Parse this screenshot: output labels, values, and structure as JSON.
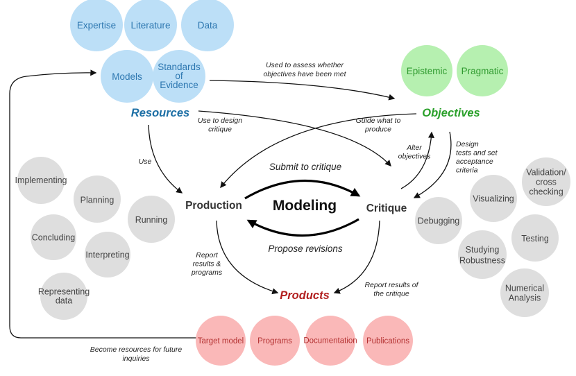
{
  "resources": {
    "title": "Resources",
    "color": "#1d6fa5",
    "bubbles": [
      {
        "id": "expertise",
        "lines": [
          "Expertise"
        ]
      },
      {
        "id": "literature",
        "lines": [
          "Literature"
        ]
      },
      {
        "id": "data",
        "lines": [
          "Data"
        ]
      },
      {
        "id": "models",
        "lines": [
          "Models"
        ]
      },
      {
        "id": "standards-of-evidence",
        "lines": [
          "Standards",
          "of",
          "Evidence"
        ]
      }
    ]
  },
  "objectives": {
    "title": "Objectives",
    "color": "#2aa02a",
    "bubbles": [
      {
        "id": "epistemic",
        "lines": [
          "Epistemic"
        ]
      },
      {
        "id": "pragmatic",
        "lines": [
          "Pragmatic"
        ]
      }
    ]
  },
  "products": {
    "title": "Products",
    "color": "#b22020",
    "bubbles": [
      {
        "id": "target-model",
        "lines": [
          "Target model"
        ]
      },
      {
        "id": "programs",
        "lines": [
          "Programs"
        ]
      },
      {
        "id": "documentation",
        "lines": [
          "Documentation"
        ]
      },
      {
        "id": "publications",
        "lines": [
          "Publications"
        ]
      }
    ]
  },
  "production": {
    "title": "Production",
    "bubbles": [
      {
        "id": "implementing",
        "lines": [
          "Implementing"
        ]
      },
      {
        "id": "planning",
        "lines": [
          "Planning"
        ]
      },
      {
        "id": "running",
        "lines": [
          "Running"
        ]
      },
      {
        "id": "concluding",
        "lines": [
          "Concluding"
        ]
      },
      {
        "id": "interpreting",
        "lines": [
          "Interpreting"
        ]
      },
      {
        "id": "representing-data",
        "lines": [
          "Representing",
          "data"
        ]
      }
    ]
  },
  "critique": {
    "title": "Critique",
    "bubbles": [
      {
        "id": "debugging",
        "lines": [
          "Debugging"
        ]
      },
      {
        "id": "visualizing",
        "lines": [
          "Visualizing"
        ]
      },
      {
        "id": "validation-cross-checking",
        "lines": [
          "Validation/",
          "cross",
          "checking"
        ]
      },
      {
        "id": "testing",
        "lines": [
          "Testing"
        ]
      },
      {
        "id": "studying-robustness",
        "lines": [
          "Studying",
          "Robustness"
        ]
      },
      {
        "id": "numerical-analysis",
        "lines": [
          "Numerical",
          "Analysis"
        ]
      }
    ]
  },
  "center": {
    "title": "Modeling"
  },
  "labels": {
    "used_to_assess": [
      "Used to assess whether",
      "objectives have been met"
    ],
    "use_to_design": [
      "Use to design",
      "critique"
    ],
    "guide_what": [
      "Guide what to",
      "produce"
    ],
    "use": [
      "Use"
    ],
    "alter_objectives": [
      "Alter",
      "objectives"
    ],
    "design_tests": [
      "Design",
      "tests and set",
      "acceptance",
      "criteria"
    ],
    "submit": [
      "Submit to critique"
    ],
    "propose": [
      "Propose revisions"
    ],
    "report_results_programs": [
      "Report",
      "results &",
      "programs"
    ],
    "report_results_critique": [
      "Report results of",
      "the critique"
    ],
    "become_resources": [
      "Become resources for future",
      "inquiries"
    ]
  }
}
